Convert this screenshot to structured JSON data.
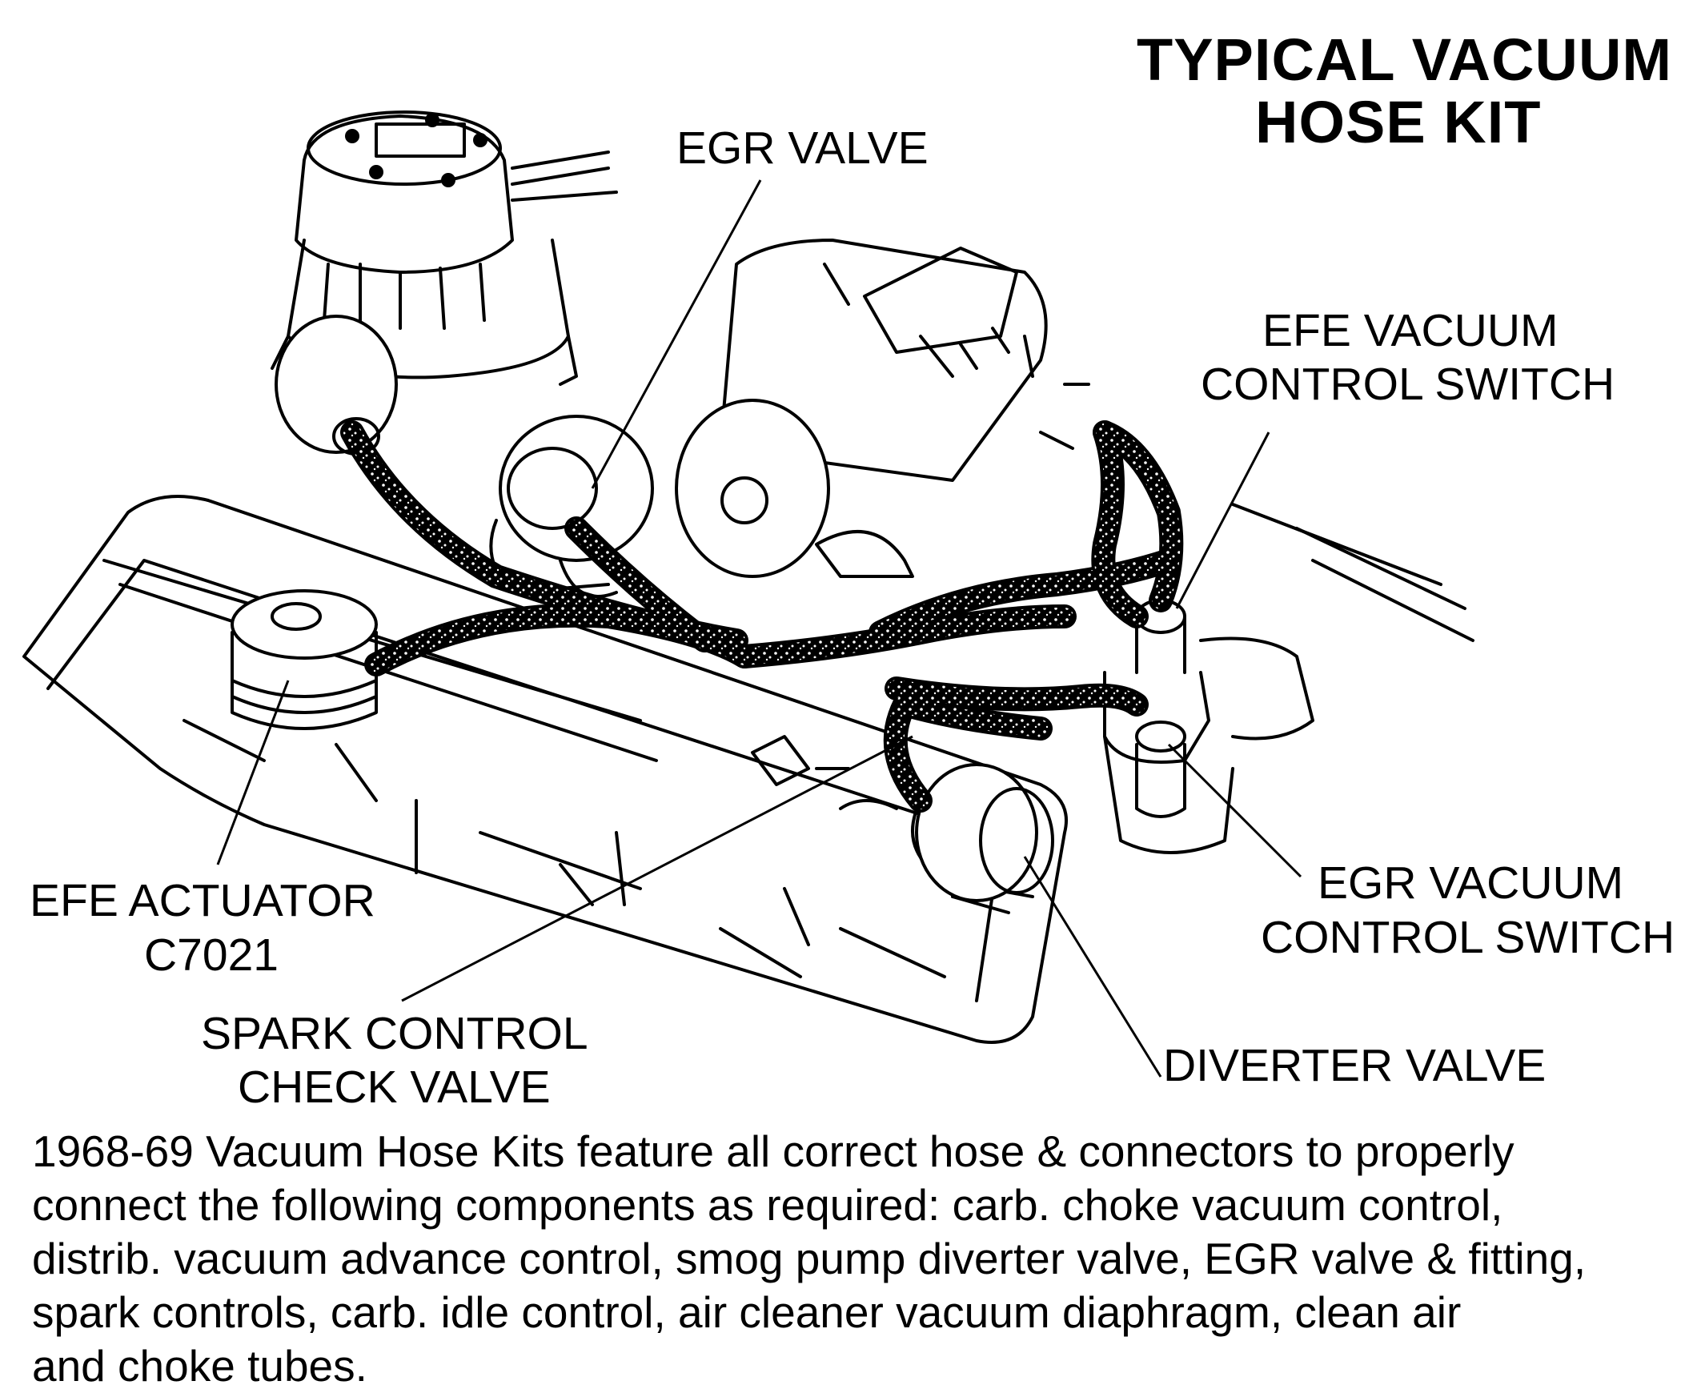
{
  "title": [
    "TYPICAL VACUUM",
    "HOSE KIT"
  ],
  "labels": {
    "egr_valve": "EGR VALVE",
    "efe_vacuum_control_switch": [
      "EFE VACUUM",
      "CONTROL SWITCH"
    ],
    "egr_vacuum_control_switch": [
      "EGR VACUUM",
      "CONTROL SWITCH"
    ],
    "efe_actuator": [
      "EFE ACTUATOR",
      "C7021"
    ],
    "spark_control_check_valve": [
      "SPARK CONTROL",
      "CHECK VALVE"
    ],
    "diverter_valve": "DIVERTER VALVE"
  },
  "caption": [
    "1968-69 Vacuum Hose Kits feature all correct hose & connectors to properly",
    "connect the following components as required: carb. choke vacuum control,",
    "distrib. vacuum advance control, smog pump diverter valve, EGR valve & fitting,",
    "spark controls, carb. idle control, air cleaner vacuum diaphragm, clean air",
    "and choke tubes."
  ],
  "colors": {
    "ink": "#000000",
    "paper": "#ffffff"
  }
}
